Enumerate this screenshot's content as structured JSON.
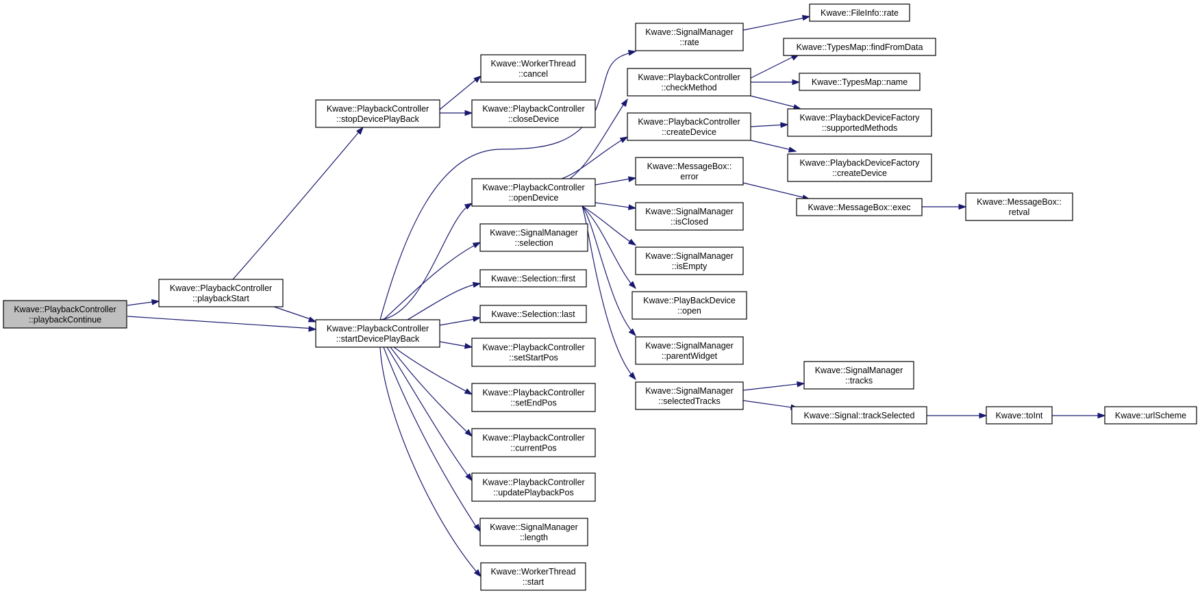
{
  "colors": {
    "edge": "#191970",
    "root_fill": "#bfbfbf",
    "node_fill": "#ffffff",
    "node_stroke": "#000000"
  },
  "nodes": [
    {
      "id": "n0",
      "lines": [
        "Kwave::PlaybackController",
        "::playbackContinue"
      ]
    },
    {
      "id": "n1",
      "lines": [
        "Kwave::PlaybackController",
        "::playbackStart"
      ]
    },
    {
      "id": "n2",
      "lines": [
        "Kwave::PlaybackController",
        "::stopDevicePlayBack"
      ]
    },
    {
      "id": "n3",
      "lines": [
        "Kwave::PlaybackController",
        "::startDevicePlayBack"
      ]
    },
    {
      "id": "n4",
      "lines": [
        "Kwave::WorkerThread",
        "::cancel"
      ]
    },
    {
      "id": "n5",
      "lines": [
        "Kwave::PlaybackController",
        "::closeDevice"
      ]
    },
    {
      "id": "n6",
      "lines": [
        "Kwave::PlaybackController",
        "::openDevice"
      ]
    },
    {
      "id": "n7",
      "lines": [
        "Kwave::SignalManager",
        "::selection"
      ]
    },
    {
      "id": "n8",
      "lines": [
        "Kwave::Selection::first"
      ]
    },
    {
      "id": "n9",
      "lines": [
        "Kwave::Selection::last"
      ]
    },
    {
      "id": "n10",
      "lines": [
        "Kwave::PlaybackController",
        "::setStartPos"
      ]
    },
    {
      "id": "n11",
      "lines": [
        "Kwave::PlaybackController",
        "::setEndPos"
      ]
    },
    {
      "id": "n12",
      "lines": [
        "Kwave::PlaybackController",
        "::currentPos"
      ]
    },
    {
      "id": "n13",
      "lines": [
        "Kwave::PlaybackController",
        "::updatePlaybackPos"
      ]
    },
    {
      "id": "n14",
      "lines": [
        "Kwave::SignalManager",
        "::length"
      ]
    },
    {
      "id": "n15",
      "lines": [
        "Kwave::WorkerThread",
        "::start"
      ]
    },
    {
      "id": "n16",
      "lines": [
        "Kwave::SignalManager",
        "::rate"
      ]
    },
    {
      "id": "n17",
      "lines": [
        "Kwave::PlaybackController",
        "::checkMethod"
      ]
    },
    {
      "id": "n18",
      "lines": [
        "Kwave::PlaybackController",
        "::createDevice"
      ]
    },
    {
      "id": "n19",
      "lines": [
        "Kwave::MessageBox::",
        "error"
      ]
    },
    {
      "id": "n20",
      "lines": [
        "Kwave::SignalManager",
        "::isClosed"
      ]
    },
    {
      "id": "n21",
      "lines": [
        "Kwave::SignalManager",
        "::isEmpty"
      ]
    },
    {
      "id": "n22",
      "lines": [
        "Kwave::PlayBackDevice",
        "::open"
      ]
    },
    {
      "id": "n23",
      "lines": [
        "Kwave::SignalManager",
        "::parentWidget"
      ]
    },
    {
      "id": "n24",
      "lines": [
        "Kwave::SignalManager",
        "::selectedTracks"
      ]
    },
    {
      "id": "n25",
      "lines": [
        "Kwave::FileInfo::rate"
      ]
    },
    {
      "id": "n26",
      "lines": [
        "Kwave::TypesMap::findFromData"
      ]
    },
    {
      "id": "n27",
      "lines": [
        "Kwave::TypesMap::name"
      ]
    },
    {
      "id": "n28",
      "lines": [
        "Kwave::PlaybackDeviceFactory",
        "::supportedMethods"
      ]
    },
    {
      "id": "n29",
      "lines": [
        "Kwave::PlaybackDeviceFactory",
        "::createDevice"
      ]
    },
    {
      "id": "n30",
      "lines": [
        "Kwave::MessageBox::exec"
      ]
    },
    {
      "id": "n31",
      "lines": [
        "Kwave::MessageBox::",
        "retval"
      ]
    },
    {
      "id": "n32",
      "lines": [
        "Kwave::SignalManager",
        "::tracks"
      ]
    },
    {
      "id": "n33",
      "lines": [
        "Kwave::Signal::trackSelected"
      ]
    },
    {
      "id": "n34",
      "lines": [
        "Kwave::toInt"
      ]
    },
    {
      "id": "n35",
      "lines": [
        "Kwave::urlScheme"
      ]
    }
  ]
}
